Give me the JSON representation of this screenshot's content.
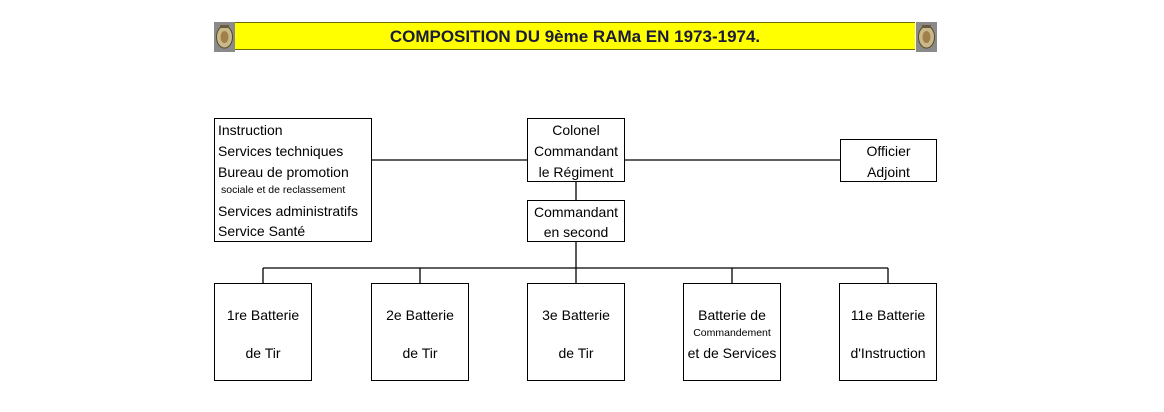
{
  "header": {
    "title": "COMPOSITION DU 9ème RAMa EN 1973-1974.",
    "banner_color": "#ffff00",
    "emblem_icon": "regiment-badge"
  },
  "org": {
    "services": {
      "line1": "Instruction",
      "line2": "Services techniques",
      "line3": "Bureau de promotion",
      "line4": "sociale et de reclassement",
      "line5": "Services administratifs",
      "line6": "Service Santé"
    },
    "colonel": {
      "line1": "Colonel",
      "line2": "Commandant",
      "line3": "le Régiment"
    },
    "officier": {
      "line1": "Officier",
      "line2": "Adjoint"
    },
    "second": {
      "line1": "Commandant",
      "line2": "en second"
    },
    "batteries": [
      {
        "line1": "1re Batterie",
        "line2": "de Tir"
      },
      {
        "line1": "2e Batterie",
        "line2": "de Tir"
      },
      {
        "line1": "3e Batterie",
        "line2": "de Tir"
      },
      {
        "line1": "Batterie de",
        "line_small": "Commandement",
        "line2": "et de Services"
      },
      {
        "line1": "11e Batterie",
        "line2": "d'Instruction"
      }
    ]
  }
}
